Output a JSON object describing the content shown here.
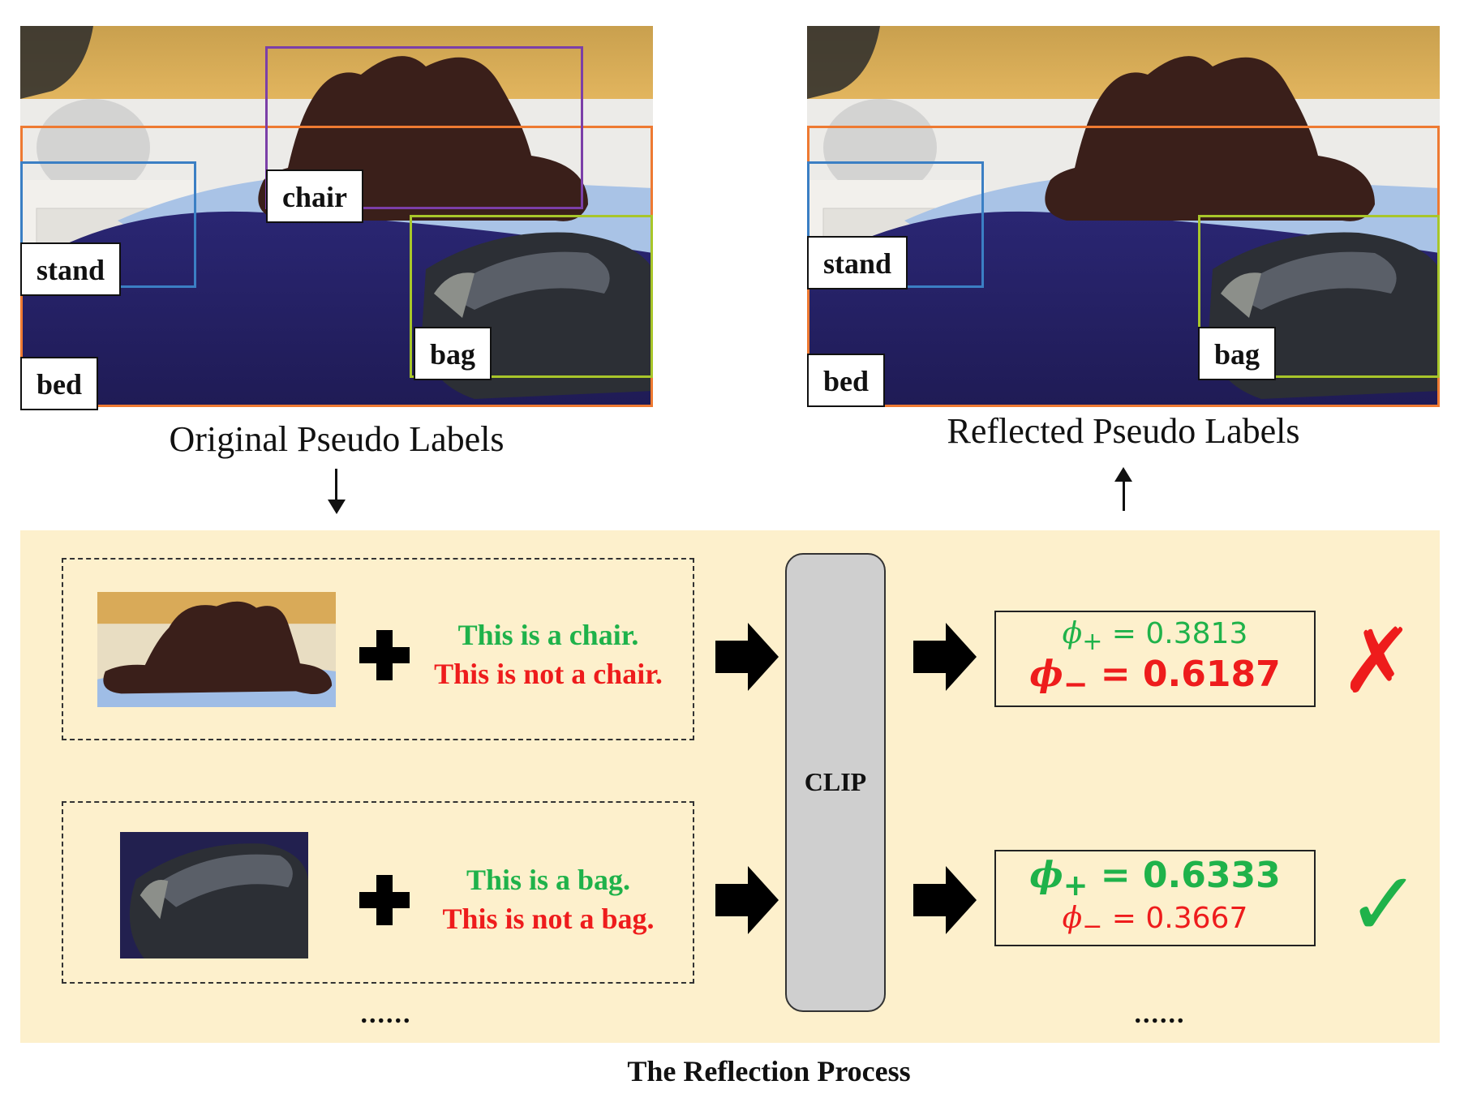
{
  "scenes": {
    "original": {
      "caption": "Original Pseudo Labels",
      "labels": {
        "stand": "stand",
        "chair": "chair",
        "bag": "bag",
        "bed": "bed"
      }
    },
    "reflected": {
      "caption": "Reflected Pseudo Labels",
      "labels": {
        "stand": "stand",
        "bag": "bag",
        "bed": "bed"
      }
    }
  },
  "colors": {
    "bed_box": "#ee7a32",
    "stand_box": "#3b7fc4",
    "chair_box": "#7b3fa8",
    "bag_box": "#a8c62a",
    "panel_bg": "#fdf0cc",
    "positive": "#1fb24a",
    "negative": "#ee1c1c"
  },
  "reflection": {
    "title": "The Reflection Process",
    "model": "CLIP",
    "rows": [
      {
        "positive_prompt": "This is a chair.",
        "negative_prompt": "This is not a chair.",
        "phi_plus": "= 0.3813",
        "phi_minus": "= 0.6187",
        "verdict_icon": "cross-icon",
        "verdict": "✗"
      },
      {
        "positive_prompt": "This is a bag.",
        "negative_prompt": "This is not a bag.",
        "phi_plus": "= 0.6333",
        "phi_minus": "= 0.3667",
        "verdict_icon": "check-icon",
        "verdict": "✓"
      }
    ],
    "ellipsis_left": "......",
    "ellipsis_right": "......",
    "phi_symbol": "ϕ",
    "plus_sub": "+",
    "minus_sub": "−"
  }
}
